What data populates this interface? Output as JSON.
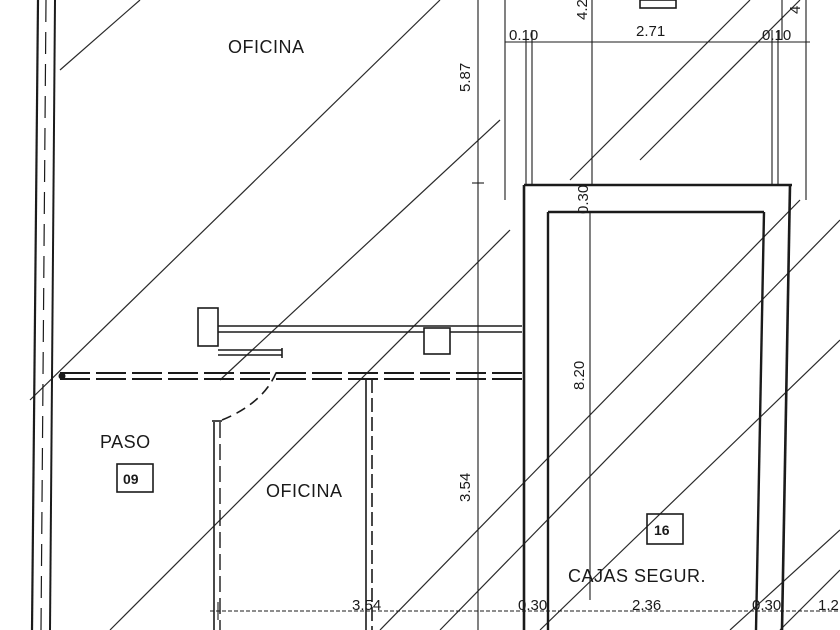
{
  "rooms": {
    "oficina_top": "OFICINA",
    "paso": "PASO",
    "paso_number": "09",
    "oficina_bottom": "OFICINA",
    "cajas": "CAJAS SEGUR.",
    "cajas_number": "16"
  },
  "dimensions": {
    "top_left_thin": "0.10",
    "top_width": "2.71",
    "top_right_thin": "0.10",
    "top_partial_left": "4.2",
    "top_partial_right": "4",
    "height_upper": "5.87",
    "height_lower": "3.54",
    "wall_top": "0.30",
    "vault_height": "8.20",
    "bottom_left": "3.54",
    "bottom_wall_left": "0.30",
    "bottom_vault": "2.36",
    "bottom_wall_right": "0.30",
    "bottom_edge": "1.2"
  },
  "colors": {
    "ink": "#1b1b1b",
    "paper": "#ffffff"
  }
}
